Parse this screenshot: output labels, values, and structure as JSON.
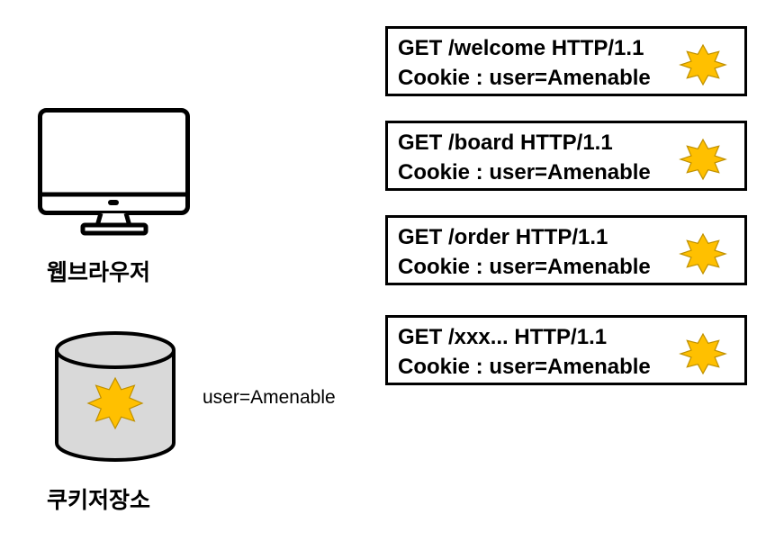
{
  "browser": {
    "label": "웹브라우저"
  },
  "storage": {
    "label": "쿠키저장소",
    "cookie_value": "user=Amenable"
  },
  "requests": [
    {
      "line1": "GET /welcome HTTP/1.1",
      "line2": "Cookie : user=Amenable"
    },
    {
      "line1": "GET /board HTTP/1.1",
      "line2": "Cookie : user=Amenable"
    },
    {
      "line1": "GET /order HTTP/1.1",
      "line2": "Cookie : user=Amenable"
    },
    {
      "line1": "GET /xxx... HTTP/1.1",
      "line2": "Cookie : user=Amenable"
    }
  ],
  "colors": {
    "star_fill": "#FFC000",
    "star_stroke": "#BF9000",
    "db_fill": "#D9D9D9",
    "outline": "#000000"
  },
  "icons": {
    "browser": "monitor-icon",
    "storage": "database-icon",
    "cookie": "cookie-star-icon"
  }
}
